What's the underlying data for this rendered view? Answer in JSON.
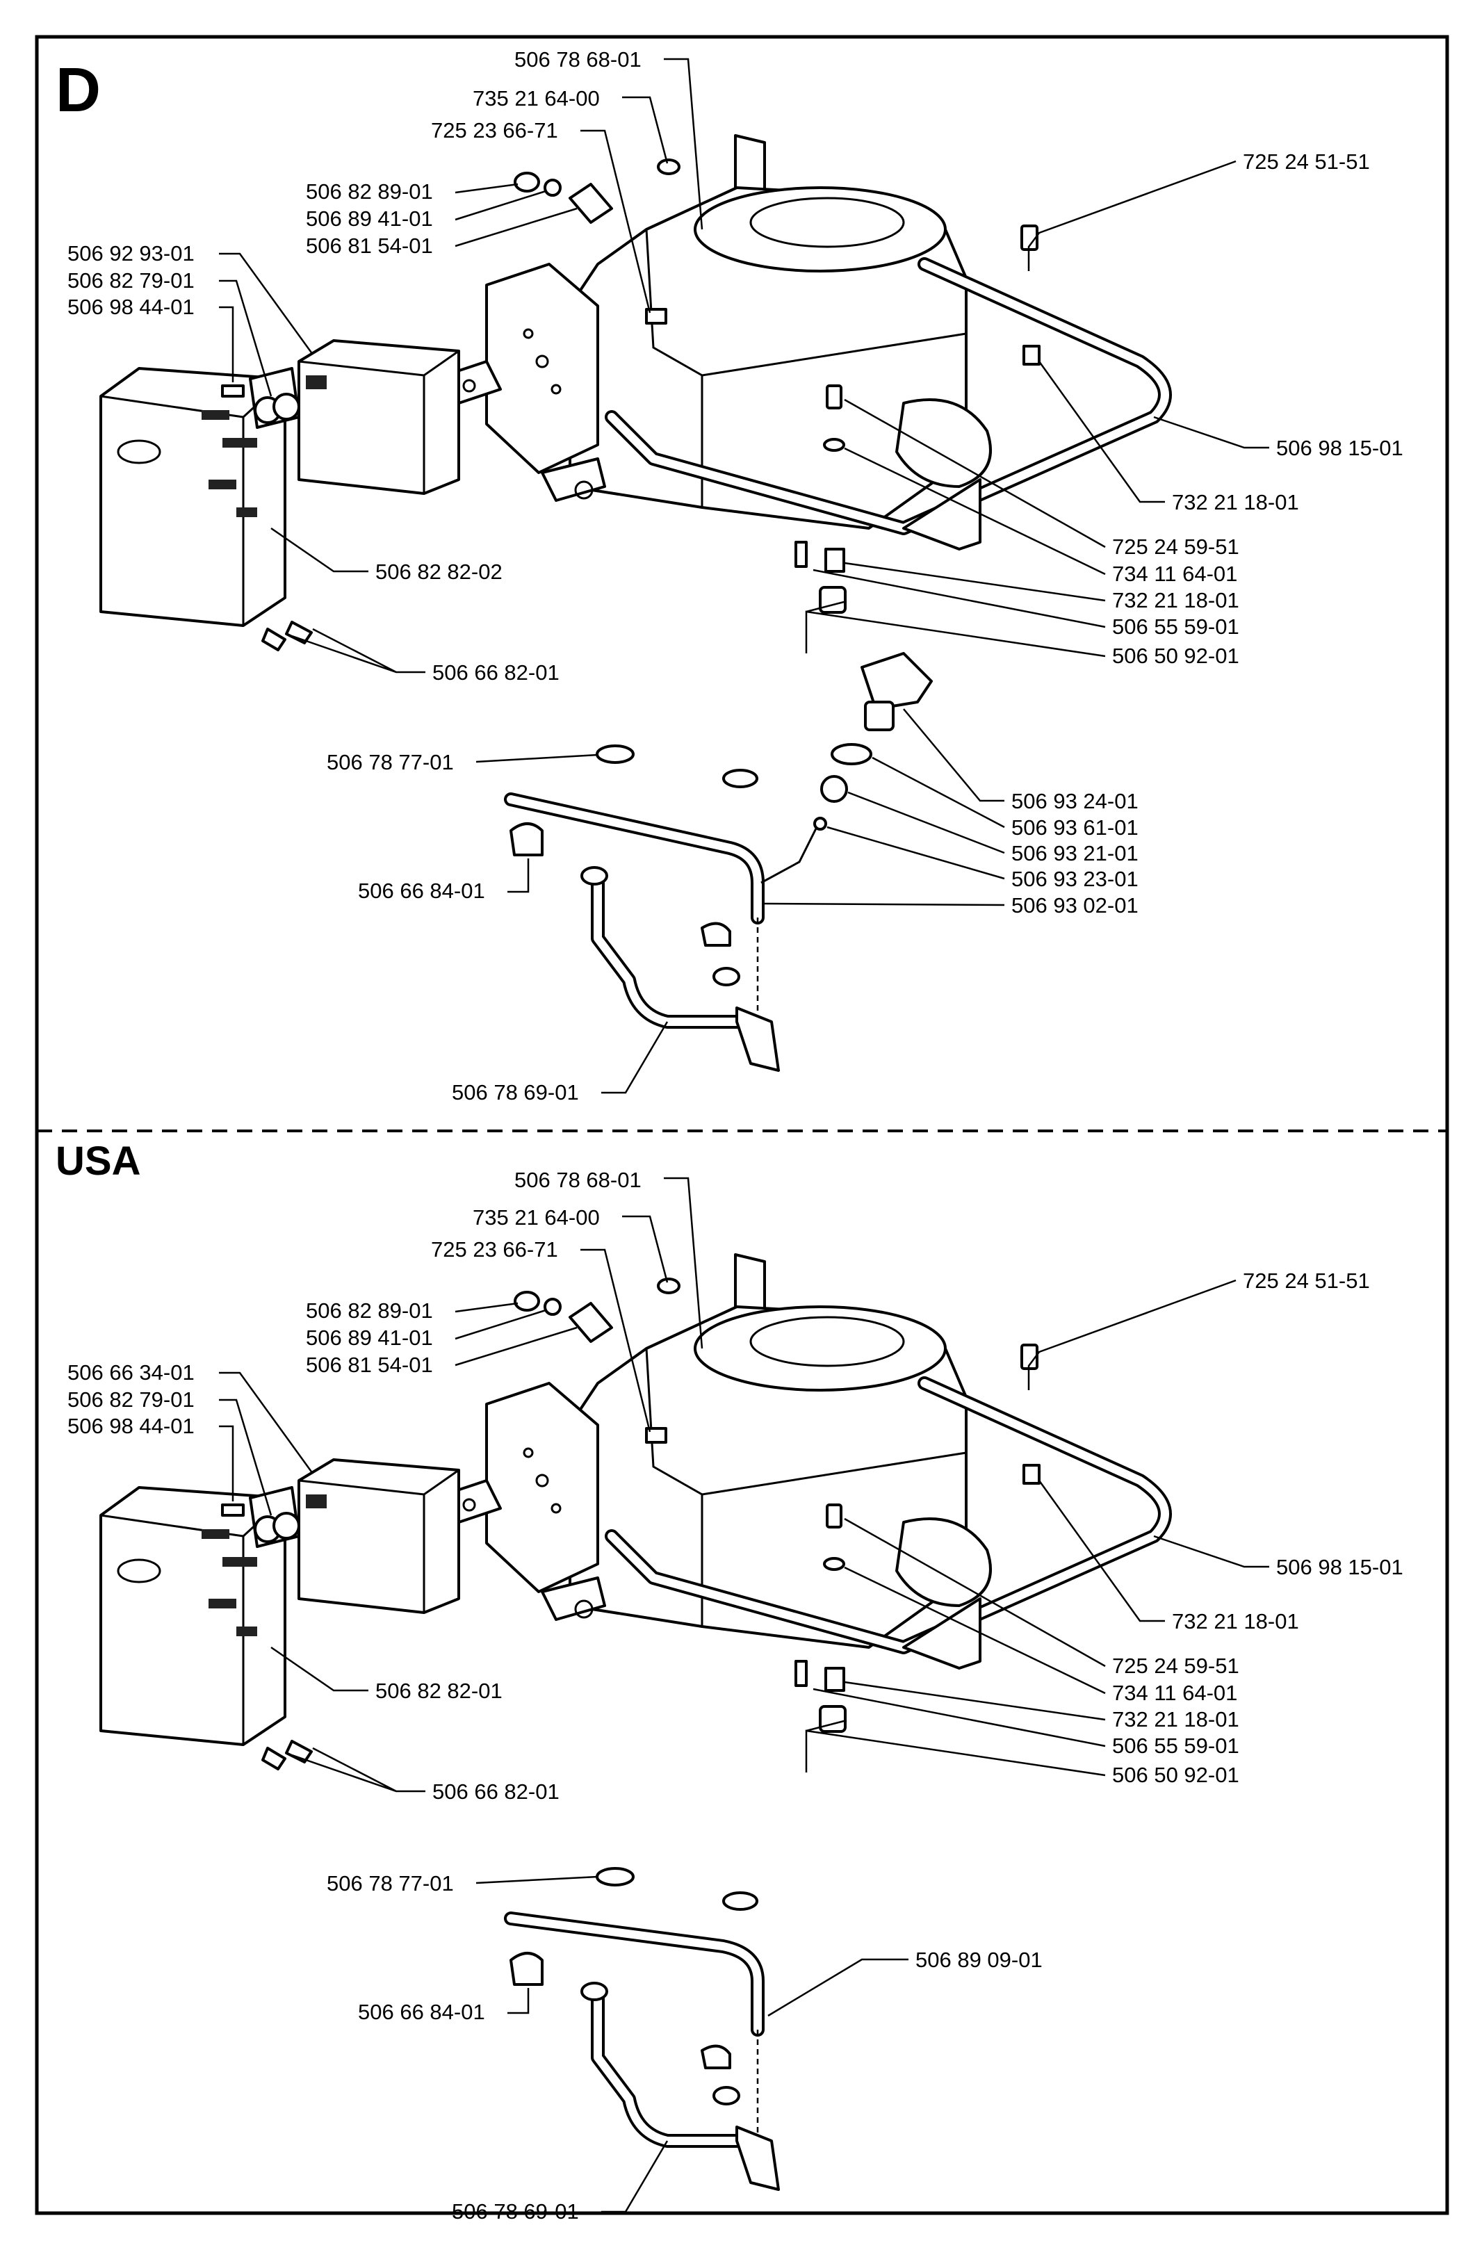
{
  "sections": [
    {
      "title": "D",
      "labels": {
        "a": "506 78 68-01",
        "b": "735 21 64-00",
        "c": "725 23 66-71",
        "d": "506 82 89-01",
        "e": "506 89 41-01",
        "f": "506 81 54-01",
        "g": "506 92 93-01",
        "h": "506 82 79-01",
        "i": "506 98 44-01",
        "j": "506 82 82-02",
        "k": "506 66 82-01",
        "l": "725 24 51-51",
        "m": "506 98 15-01",
        "n": "732 21 18-01",
        "o": "725 24 59-51",
        "p": "734 11 64-01",
        "q": "732 21 18-01",
        "r": "506 55 59-01",
        "s": "506 50 92-01",
        "t": "506 78 77-01",
        "u": "506 66 84-01",
        "v": "506 93 24-01",
        "w": "506 93 61-01",
        "x": "506 93 21-01",
        "y": "506 93 23-01",
        "z": "506 93 02-01",
        "aa": "506 78 69-01"
      }
    },
    {
      "title": "USA",
      "labels": {
        "a": "506 78 68-01",
        "b": "735 21 64-00",
        "c": "725 23 66-71",
        "d": "506 82 89-01",
        "e": "506 89 41-01",
        "f": "506 81 54-01",
        "g": "506 66 34-01",
        "h": "506 82 79-01",
        "i": "506 98 44-01",
        "j": "506 82 82-01",
        "k": "506 66 82-01",
        "l": "725 24 51-51",
        "m": "506 98 15-01",
        "n": "732 21 18-01",
        "o": "725 24 59-51",
        "p": "734 11 64-01",
        "q": "732 21 18-01",
        "r": "506 55 59-01",
        "s": "506 50 92-01",
        "t": "506 78 77-01",
        "u": "506 66 84-01",
        "z": "506 89 09-01",
        "aa": "506 78 69-01"
      }
    }
  ]
}
